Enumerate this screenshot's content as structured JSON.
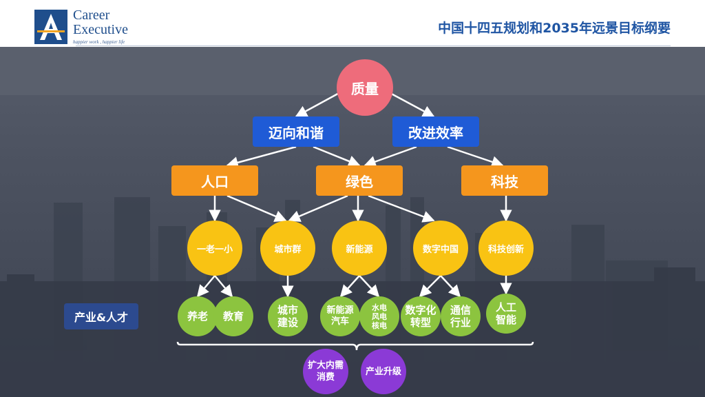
{
  "header": {
    "logo_line1": "Career",
    "logo_line2": "Executive",
    "logo_tagline": "happier work , happier life",
    "title": "中国十四五规划和2035年远景目标纲要"
  },
  "diagram": {
    "root": "质量",
    "goals": [
      "迈向和谐",
      "改进效率"
    ],
    "pillars": [
      "人口",
      "绿色",
      "科技"
    ],
    "themes": [
      "一老一小",
      "城市群",
      "新能源",
      "数字中国",
      "科技创新"
    ],
    "industry_label": "产业&人才",
    "industries": [
      "养老",
      "教育",
      "城市\n建设",
      "新能源\n汽车",
      "水电\n风电\n核电",
      "数字化\n转型",
      "通信\n行业",
      "人工\n智能"
    ],
    "outcomes": [
      "扩大内需\n消费",
      "产业升级"
    ]
  },
  "colors": {
    "root": "#ee6c7b",
    "goal": "#1f5bd6",
    "pillar": "#f5961d",
    "theme": "#f9c313",
    "industry": "#8cc43f",
    "outcome": "#8b3ad6",
    "label": "#2c4a8f"
  }
}
